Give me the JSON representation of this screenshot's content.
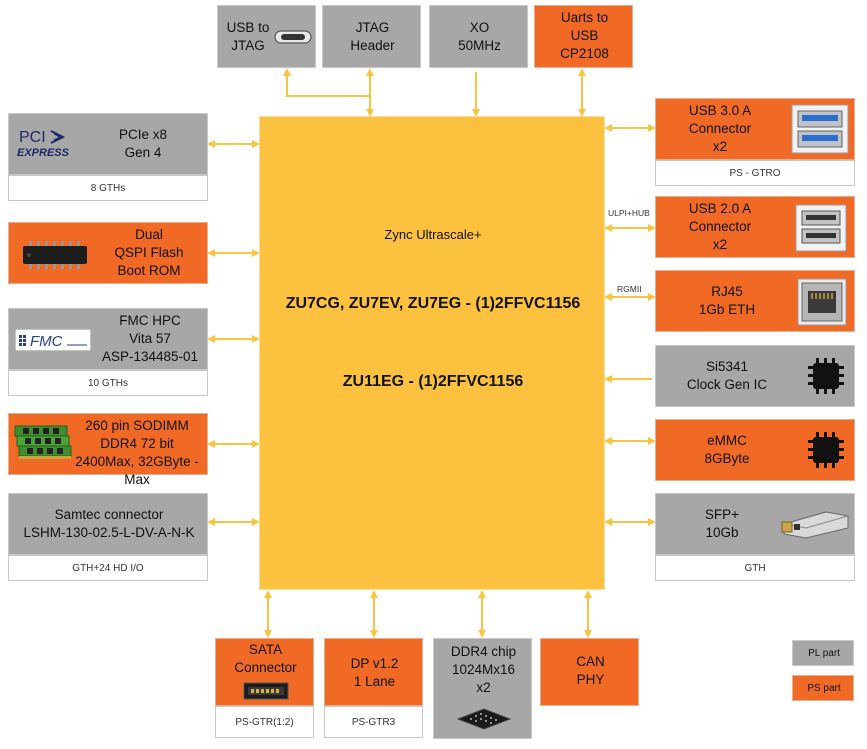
{
  "soc": {
    "title": "Zync Ultrascale+",
    "line1": "ZU7CG,  ZU7EV, ZU7EG - (1)2FFVC1156",
    "line2": "ZU11EG - (1)2FFVC1156"
  },
  "top": {
    "usb_jtag": [
      "USB to",
      "JTAG"
    ],
    "jtag_header": [
      "JTAG",
      "Header"
    ],
    "xo": [
      "XO",
      "50MHz"
    ],
    "uarts": [
      "Uarts to",
      "USB",
      "CP2108"
    ]
  },
  "left": {
    "pcie": [
      "PCIe x8",
      "Gen 4"
    ],
    "pcie_caption": "8 GTHs",
    "pcie_logo": [
      "PCI",
      "EXPRESS"
    ],
    "qspi": [
      "Dual",
      "QSPI Flash",
      "Boot ROM"
    ],
    "fmc": [
      "FMC HPC",
      "Vita 57",
      "ASP-134485-01"
    ],
    "fmc_caption": "10 GTHs",
    "fmc_logo": "FMC",
    "sodimm": [
      "260 pin SODIMM",
      "DDR4 72 bit",
      "2400Max, 32GByte  - Max"
    ],
    "samtec": [
      "Samtec connector",
      "LSHM-130-02.5-L-DV-A-N-K"
    ],
    "samtec_caption": "GTH+24 HD I/O"
  },
  "right": {
    "usb3": [
      "USB 3.0 A",
      "Connector",
      "x2"
    ],
    "usb3_caption": "PS - GTRO",
    "ulpi_label": "ULPI+HUB",
    "usb2": [
      "USB 2.0 A",
      "Connector",
      "x2"
    ],
    "rgmii_label": "RGMII",
    "rj45": [
      "RJ45",
      "1Gb ETH"
    ],
    "si5341": [
      "Si5341",
      "Clock Gen IC"
    ],
    "emmc": [
      "eMMC",
      "8GByte"
    ],
    "sfp": [
      "SFP+",
      "10Gb"
    ],
    "sfp_caption": "GTH"
  },
  "bottom": {
    "sata": [
      "SATA",
      "Connector"
    ],
    "sata_caption": "PS-GTR(1:2)",
    "dp": [
      "DP v1.2",
      "1 Lane"
    ],
    "dp_caption": "PS-GTR3",
    "ddr4": [
      "DDR4 chip",
      "1024Mx16",
      "x2"
    ],
    "can": [
      "CAN",
      "PHY"
    ]
  },
  "legend": {
    "pl": "PL part",
    "ps": "PS part"
  },
  "colors": {
    "pl": "#a7a7a7",
    "ps": "#f06a26",
    "soc": "#fcc23f",
    "arrow": "#f6c643"
  },
  "icons": [
    "pcie-logo",
    "qspi-chip-icon",
    "fmc-logo",
    "sodimm-icon",
    "usb-port-icon",
    "usb3-port-icon",
    "usb2-port-icon",
    "rj45-port-icon",
    "chip-icon",
    "sfp-module-icon",
    "sata-connector-icon",
    "bga-chip-icon"
  ]
}
